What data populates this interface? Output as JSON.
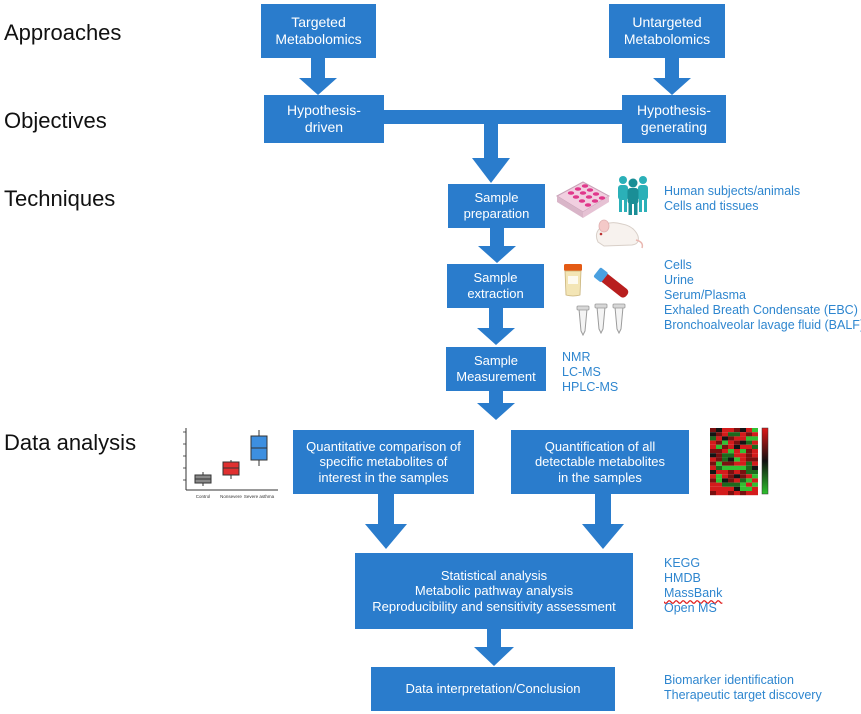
{
  "sections": {
    "approaches": "Approaches",
    "objectives": "Objectives",
    "techniques": "Techniques",
    "data_analysis": "Data analysis"
  },
  "boxes": {
    "targeted": [
      "Targeted",
      "Metabolomics"
    ],
    "untargeted": [
      "Untargeted",
      "Metabolomics"
    ],
    "hypothesis_driven": [
      "Hypothesis-",
      "driven"
    ],
    "hypothesis_generating": [
      "Hypothesis-",
      "generating"
    ],
    "sample_preparation": [
      "Sample",
      "preparation"
    ],
    "sample_extraction": [
      "Sample",
      "extraction"
    ],
    "sample_measurement": [
      "Sample",
      "Measurement"
    ],
    "quantitative": [
      "Quantitative comparison of",
      "specific metabolites of",
      "interest in the samples"
    ],
    "quantification": [
      "Quantification of all",
      "detectable metabolites",
      "in the samples"
    ],
    "statistical": [
      "Statistical analysis",
      "Metabolic pathway analysis",
      "Reproducibility and sensitivity assessment"
    ],
    "interpretation": [
      "Data interpretation/Conclusion"
    ]
  },
  "notes": {
    "preparation": [
      "Human subjects/animals",
      "Cells and tissues"
    ],
    "extraction": [
      "Cells",
      "Urine",
      "Serum/Plasma",
      "Exhaled Breath Condensate (EBC)",
      "Bronchoalveolar lavage fluid (BALF)"
    ],
    "measurement": [
      "NMR",
      "LC-MS",
      "HPLC-MS"
    ],
    "databases": [
      "KEGG",
      "HMDB",
      "MassBank",
      "Open MS"
    ],
    "outcomes": [
      "Biomarker identification",
      "Therapeutic target discovery"
    ]
  },
  "boxplot_categories": [
    "Control",
    "Nonsevere",
    "Severe asthma"
  ],
  "colors": {
    "box": "#2a7ccc",
    "note": "#2e86cf",
    "boxplot_control": "#888888",
    "boxplot_nonsevere": "#e03030",
    "boxplot_severe": "#3d8fe0"
  }
}
